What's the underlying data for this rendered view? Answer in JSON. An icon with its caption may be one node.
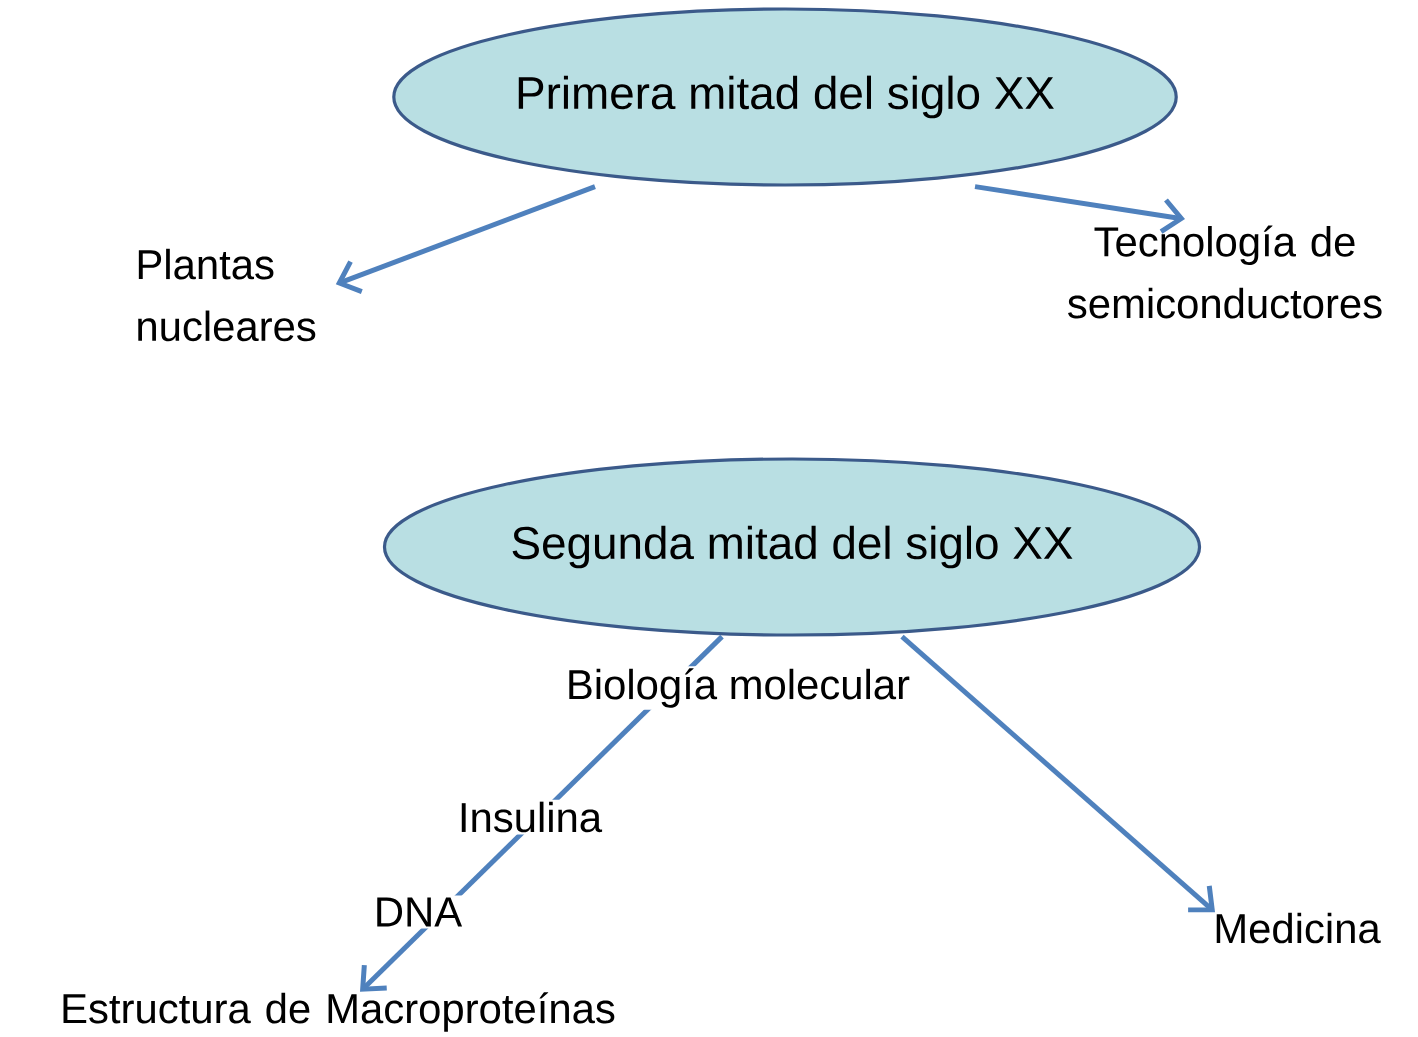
{
  "diagram": {
    "nodes": [
      {
        "text": [
          "Primera mitad del siglo XX"
        ]
      },
      {
        "text": [
          "Plantas nucleares"
        ]
      },
      {
        "text": [
          "Tecnología de semiconductores"
        ]
      },
      {
        "text": [
          "Segunda mitad del siglo XX"
        ]
      },
      {
        "text": [
          "Estructura de Macroproteínas"
        ]
      },
      {
        "text": [
          "Medicina"
        ]
      }
    ],
    "edges": [
      {
        "from": 0,
        "to": 1,
        "arrow": "to"
      },
      {
        "from": 0,
        "to": 2,
        "arrow": "to"
      },
      {
        "from": 3,
        "to": 4,
        "arrow": "to"
      },
      {
        "from": 3,
        "to": 5,
        "arrow": "to"
      }
    ],
    "labels": [
      "Biología molecular",
      "Insulina",
      "DNA"
    ]
  }
}
